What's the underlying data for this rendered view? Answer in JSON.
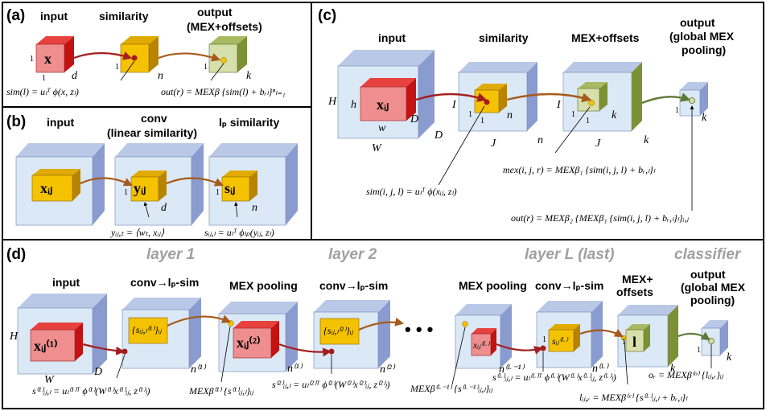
{
  "panels": {
    "a": {
      "tag": "(a)",
      "labels": {
        "input": "input",
        "similarity": "similarity",
        "output1": "output",
        "output2": "(MEX+offsets)"
      },
      "cells": {
        "x": "x"
      },
      "dims": {
        "d": "d",
        "n": "n",
        "k": "k",
        "one": "1"
      },
      "equations": {
        "sim": "sim(l) = uₗᵀ ϕ(x, zₗ)",
        "out": "out(r) = MEXβ {sim(l) + bᵣₗ}ⁿₗ₌₁"
      }
    },
    "b": {
      "tag": "(b)",
      "labels": {
        "input": "input",
        "conv1": "conv",
        "conv2": "(linear similarity)",
        "lp_sim": "lₚ similarity"
      },
      "cells": {
        "x": "xᵢⱼ",
        "y": "yᵢⱼ",
        "s": "sᵢⱼ"
      },
      "dims": {
        "d": "d",
        "n": "n",
        "one": "1"
      },
      "equations": {
        "y": "yᵢⱼ,ₜ = ⟨wₜ, xᵢⱼ⟩",
        "s": "sᵢⱼ,ₗ = uₗᵀ ϕₗₚ(yᵢⱼ, zₗ)"
      }
    },
    "c": {
      "tag": "(c)",
      "labels": {
        "input": "input",
        "similarity": "similarity",
        "mex": "MEX+offsets",
        "out1": "output",
        "out2": "(global MEX",
        "out3": "pooling)"
      },
      "cells": {
        "x": "xᵢⱼ"
      },
      "dims": {
        "H": "H",
        "W": "W",
        "h": "h",
        "w": "w",
        "D": "D",
        "I": "I",
        "J": "J",
        "n": "n",
        "k": "k",
        "one": "1"
      },
      "equations": {
        "sim": "sim(i, j, l) = uₗᵀ ϕ(xᵢⱼ, zₗ)",
        "mex": "mex(i, j, r) = MEXβ₁ {sim(i, j, l) + bᵣ,ₗ}ₗ",
        "out": "out(r) = MEXβ₂ {MEXβ₁ {sim(i, j, l) + bᵣ,ₗ}ₗ}ᵢ,ⱼ"
      }
    },
    "d": {
      "tag": "(d)",
      "layers": {
        "l1": "layer 1",
        "l2": "layer 2",
        "lL": "layer L (last)",
        "cls": "classifier"
      },
      "labels": {
        "input": "input",
        "conv1": "conv→lₚ-sim",
        "mex1": "MEX pooling",
        "conv2": "conv→lₚ-sim",
        "mexL": "MEX pooling",
        "convL": "conv→lₚ-sim",
        "mexoff1": "MEX+",
        "mexoff2": "offsets",
        "out1": "output",
        "out2": "(global MEX",
        "out3": "pooling)"
      },
      "cells": {
        "x1": "xᵢⱼ⁽¹⁾",
        "s1": "{sᵢⱼ,ₗ⁽¹⁾}ᵢⱼ",
        "x2": "xᵢⱼ⁽²⁾",
        "s2": "{sᵢⱼ,ₗ⁽²⁾}ᵢⱼ",
        "xL": "xᵢⱼ⁽ᴸ⁾",
        "sL": "sᵢⱼ⁽ᴸ⁾",
        "l": "l"
      },
      "dims": {
        "H": "H",
        "W": "W",
        "D": "D",
        "n1": "n⁽¹⁾",
        "n2": "n⁽²⁾",
        "nL1": "n⁽ᴸ⁻¹⁾",
        "nL": "n⁽ᴸ⁾",
        "k": "k",
        "one": "1"
      },
      "dots": "• • •",
      "equations": {
        "s1": "s⁽¹⁾ᵢⱼ,ₗ = uₗ⁽¹⁾ᵀ ϕ⁽¹⁾(W⁽¹⁾x⁽¹⁾ᵢⱼ, z⁽¹⁾ₗ)",
        "mex1": "MEXβ⁽¹⁾ {s⁽¹⁾ᵢⱼ,ₗ}ᵢⱼ",
        "s2": "s⁽²⁾ᵢⱼ,ₗ = uₗ⁽²⁾ᵀ ϕ⁽²⁾(W⁽²⁾x⁽²⁾ᵢⱼ, z⁽²⁾ₗ)",
        "mexL": "MEXβ⁽ᴸ⁻¹⁾ {s⁽ᴸ⁻¹⁾ᵢⱼ,ₗ}ᵢⱼ",
        "sL": "s⁽ᴸ⁾ᵢⱼ,ₗ = uₗ⁽ᴸ⁾ᵀ ϕ⁽ᴸ⁾(W⁽ᴸ⁾x⁽ᴸ⁾ᵢⱼ, z⁽ᴸ⁾ₗ)",
        "l": "lᵢⱼ,ᵣ = MEXβ⁽ᶜ⁾ {s⁽ᴸ⁾ᵢⱼ,ₗ + bᵣ,ₗ}ₗ",
        "o": "oᵣ = MEXβ⁽ᵒ⁾ {lᵢⱼ,ᵣ}ᵢⱼ"
      }
    }
  },
  "colors": {
    "blue_front": "#dbe9f6",
    "blue_top": "#b9c8e6",
    "blue_side": "#8a9bd0",
    "red_front": "#ee8e8e",
    "red_top": "#e8423f",
    "red_side": "#c41212",
    "gold_front": "#f5c200",
    "gold_top": "#e0aa00",
    "gold_side": "#b88300",
    "green_front": "#d7dfaa",
    "green_top": "#a9b962",
    "green_side": "#7b9134",
    "arrow_red": "#a41e1e",
    "arrow_brown": "#a65a1c",
    "arrow_green": "#5c7a35"
  }
}
